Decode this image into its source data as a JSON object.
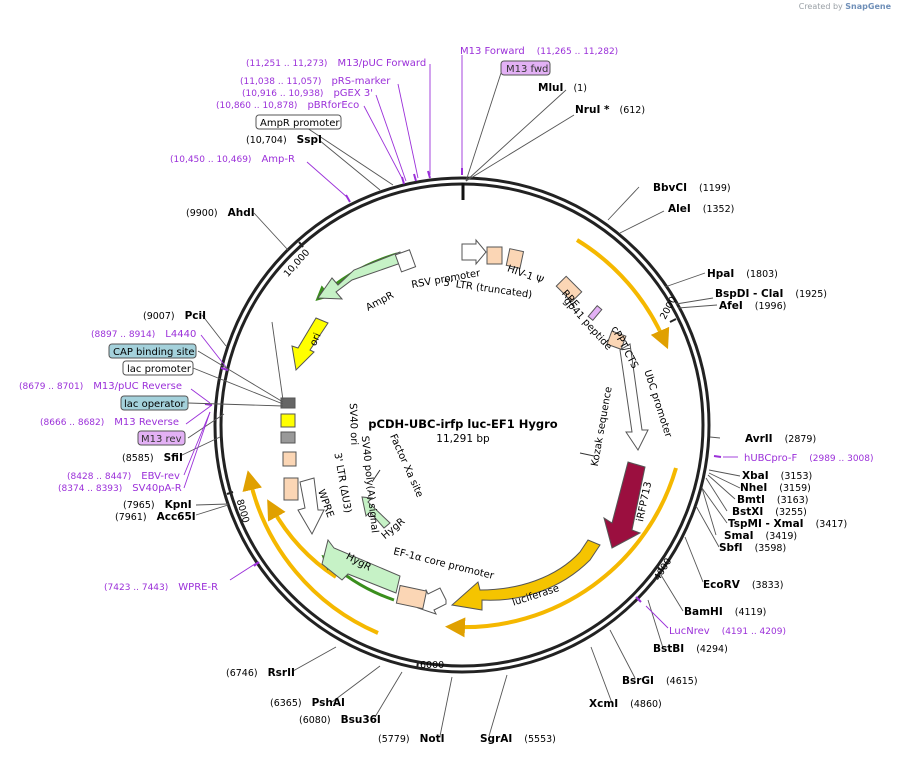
{
  "watermark": {
    "prefix": "Created by",
    "brand": "SnapGene"
  },
  "plasmid": {
    "name": "pCDH-UBC-irfp luc-EF1 Hygro",
    "size": "11,291 bp",
    "length": 11291
  },
  "ticks": [
    "2000",
    "4000",
    "6000",
    "8000",
    "10,000"
  ],
  "enzymes": [
    {
      "name": "MluI",
      "pos": "(1)"
    },
    {
      "name": "NruI *",
      "pos": "(612)"
    },
    {
      "name": "BbvCI",
      "pos": "(1199)"
    },
    {
      "name": "AleI",
      "pos": "(1352)"
    },
    {
      "name": "HpaI",
      "pos": "(1803)"
    },
    {
      "name": "BspDI  - ClaI",
      "pos": "(1925)"
    },
    {
      "name": "AfeI",
      "pos": "(1996)"
    },
    {
      "name": "AvrII",
      "pos": "(2879)"
    },
    {
      "name": "XbaI",
      "pos": "(3153)"
    },
    {
      "name": "NheI",
      "pos": "(3159)"
    },
    {
      "name": "BmtI",
      "pos": "(3163)"
    },
    {
      "name": "BstXI",
      "pos": "(3255)"
    },
    {
      "name": "TspMI  - XmaI",
      "pos": "(3417)"
    },
    {
      "name": "SmaI",
      "pos": "(3419)"
    },
    {
      "name": "SbfI",
      "pos": "(3598)"
    },
    {
      "name": "EcoRV",
      "pos": "(3833)"
    },
    {
      "name": "BamHI",
      "pos": "(4119)"
    },
    {
      "name": "BstBI",
      "pos": "(4294)"
    },
    {
      "name": "BsrGI",
      "pos": "(4615)"
    },
    {
      "name": "XcmI",
      "pos": "(4860)"
    },
    {
      "name": "SgrAI",
      "pos": "(5553)"
    },
    {
      "name": "NotI",
      "pos": "(5779)"
    },
    {
      "name": "Bsu36I",
      "pos": "(6080)"
    },
    {
      "name": "PshAI",
      "pos": "(6365)"
    },
    {
      "name": "RsrII",
      "pos": "(6746)"
    },
    {
      "name": "Acc65I",
      "pos": "(7961)"
    },
    {
      "name": "KpnI",
      "pos": "(7965)"
    },
    {
      "name": "SfiI",
      "pos": "(8585)"
    },
    {
      "name": "PciI",
      "pos": "(9007)"
    },
    {
      "name": "AhdI",
      "pos": "(9900)"
    },
    {
      "name": "SspI",
      "pos": "(10,704)"
    }
  ],
  "primers": [
    {
      "name": "M13 Forward",
      "pos": "(11,265 .. 11,282)"
    },
    {
      "name": "M13/pUC Forward",
      "pos": "(11,251 .. 11,273)"
    },
    {
      "name": "pRS-marker",
      "pos": "(11,038 .. 11,057)"
    },
    {
      "name": "pGEX 3'",
      "pos": "(10,916 .. 10,938)"
    },
    {
      "name": "pBRforEco",
      "pos": "(10,860 .. 10,878)"
    },
    {
      "name": "Amp-R",
      "pos": "(10,450 .. 10,469)"
    },
    {
      "name": "L4440",
      "pos": "(8897 .. 8914)"
    },
    {
      "name": "M13/pUC Reverse",
      "pos": "(8679 .. 8701)"
    },
    {
      "name": "M13 Reverse",
      "pos": "(8666 .. 8682)"
    },
    {
      "name": "EBV-rev",
      "pos": "(8428 .. 8447)"
    },
    {
      "name": "SV40pA-R",
      "pos": "(8374 .. 8393)"
    },
    {
      "name": "WPRE-R",
      "pos": "(7423 .. 7443)"
    },
    {
      "name": "hUBCpro-F",
      "pos": "(2989 .. 3008)"
    },
    {
      "name": "LucNrev",
      "pos": "(4191 .. 4209)"
    }
  ],
  "boxed_labels": [
    "M13 fwd",
    "AmpR promoter",
    "CAP binding site",
    "lac promoter",
    "lac operator",
    "M13 rev"
  ],
  "features": [
    "AmpR",
    "ori",
    "RSV promoter",
    "5' LTR (truncated)",
    "HIV-1 Ψ",
    "RRE",
    "gp41 peptide",
    "cPPT/CTS",
    "UbC promoter",
    "Kozak sequence",
    "iRFP713",
    "luciferase",
    "EF-1α core promoter",
    "HygR",
    "Factor Xa site",
    "WPRE",
    "3' LTR (ΔU3)",
    "SV40 poly(A) signal",
    "SV40 ori"
  ],
  "colors": {
    "primer": "#9b30d9",
    "arrow_fill": "#f5b800",
    "arrow_outline": "#d9a300",
    "irfp": "#9b0f3f",
    "green_arrow": "#c6f2c6",
    "green_line": "#3a8f1d",
    "ori": "#ffff00",
    "ltr_fill": "#fbd6b5",
    "cap_box": "#a4d1db",
    "m13_box": "#e3b1f5"
  }
}
